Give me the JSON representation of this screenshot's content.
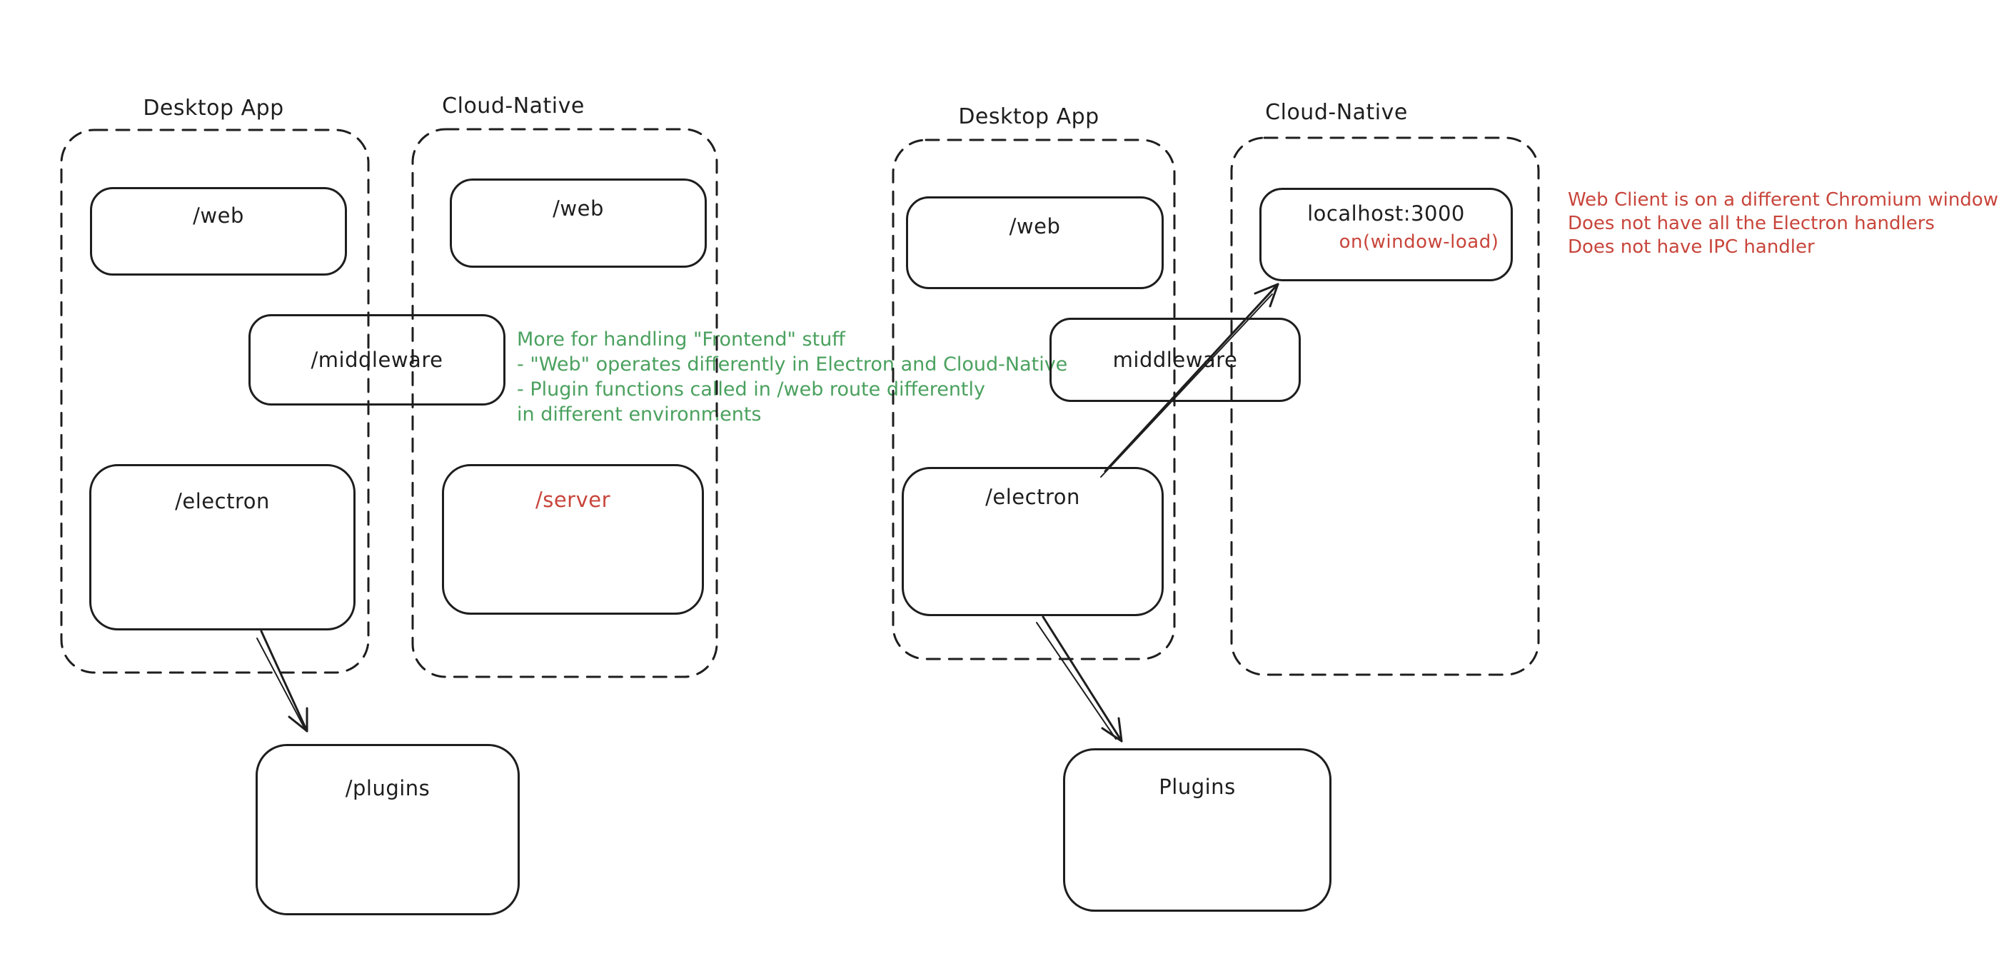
{
  "canvas": {
    "background": "#ffffff"
  },
  "palette": {
    "ink": "#1e1e1e",
    "green": "#4ba15f",
    "red": "#c8453b"
  },
  "left": {
    "desktop_label": "Desktop App",
    "cloud_label": "Cloud-Native",
    "web_desktop": "/web",
    "web_cloud": "/web",
    "middleware": "/middleware",
    "electron": "/electron",
    "server": "/server",
    "plugins": "/plugins",
    "green_note": [
      "More for handling \"Frontend\" stuff",
      "- \"Web\" operates differently in Electron and Cloud-Native",
      "- Plugin functions called in /web route differently",
      "in different environments"
    ]
  },
  "right": {
    "desktop_label": "Desktop App",
    "cloud_label": "Cloud-Native",
    "web": "/web",
    "middleware": "middleware",
    "electron": "/electron",
    "localhost_title": "localhost:3000",
    "localhost_event": "on(window-load)",
    "plugins": "Plugins",
    "red_note": [
      "Web Client is on a different Chromium window",
      "Does not have all the Electron handlers",
      "Does not have IPC handler"
    ]
  }
}
